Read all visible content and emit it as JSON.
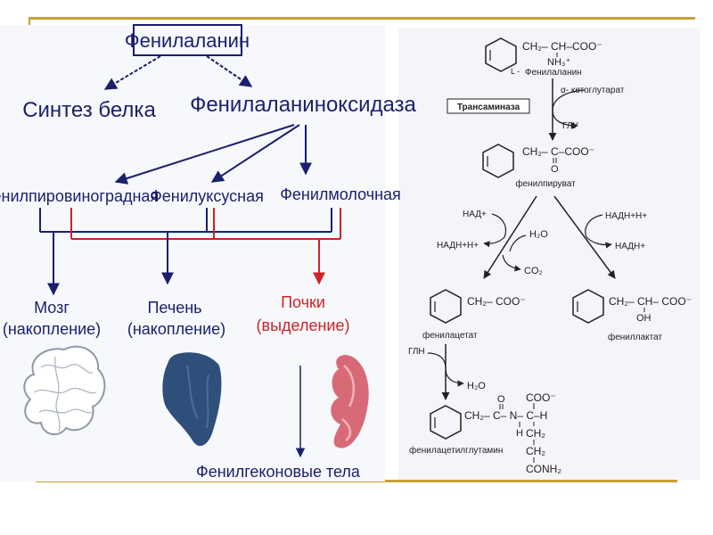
{
  "left_scheme": {
    "root": "Фенилаланин",
    "protein_synthesis": "Синтез белка",
    "enzyme": "Фенилаланиноксидаза",
    "products": [
      "Фенилпировиноградная",
      "Фенилуксусная",
      "Фенилмолочная"
    ],
    "organs": [
      {
        "name": "Мозг",
        "note": "(накопление)",
        "color": "#1a1f6e"
      },
      {
        "name": "Печень",
        "note": "(накопление)",
        "color": "#1a1f6e"
      },
      {
        "name": "Почки",
        "note": "(выделение)",
        "color": "#d0212a"
      }
    ],
    "final_product": "Фенилгеконовые тела",
    "colors": {
      "navy": "#1a1f6e",
      "red": "#d0212a",
      "liver": "#2e4f7a",
      "kidney": "#d86a78"
    }
  },
  "right_scheme": {
    "phe_prefix": "L -",
    "phe_label": "Фенилаланин",
    "akg_label": "α- кетоглутарат",
    "enzyme_box": "Трансаминаза",
    "glu_label": "ГЛУ",
    "phenylpyruvate_label": "фенилпируват",
    "nad_plus": "НАД+",
    "nadh_h_left": "НАДН+Н+",
    "water_label": "H₂O",
    "co2_label": "CO₂",
    "nadh_h_right": "НАДН+Н+",
    "nadh_right": "НАДН+",
    "phenylacetate_label": "фенилацетат",
    "phenyllactate_label": "фениллактат",
    "gln_label": "ГЛН",
    "water2_label": "H₂O",
    "phenylacetylglutamine_label": "фенилацетилглутамин",
    "chain_phe": "CH₂– CH–COO⁻",
    "chain_phe_nh3": "NH₃⁺",
    "chain_pyr": "CH₂– C–COO⁻",
    "chain_pyr_o": "O",
    "chain_acetate": "CH₂– COO⁻",
    "chain_lactate": "CH₂– CH– COO⁻",
    "chain_lactate_oh": "OH",
    "chain_pag": "CH₂– C– N– C–H",
    "pag_o": "O",
    "pag_h": "H",
    "pag_coo": "COO⁻",
    "pag_ch2a": "CH₂",
    "pag_ch2b": "CH₂",
    "pag_conh2": "CONH₂"
  }
}
